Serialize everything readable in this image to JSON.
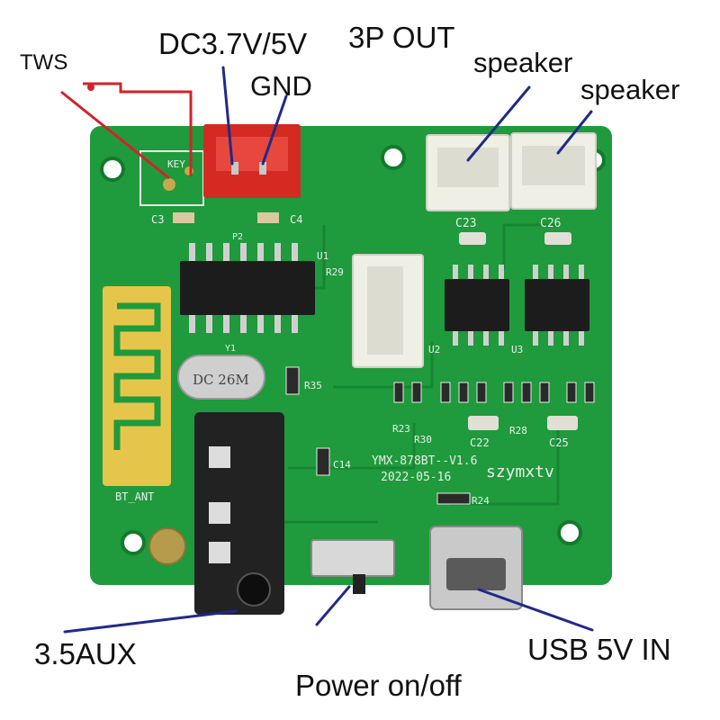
{
  "labels": {
    "tws": "TWS",
    "dc": "DC3.7V/5V",
    "gnd": "GND",
    "out": "3P OUT",
    "speaker_left": "speaker",
    "speaker_right": "speaker",
    "aux": "3.5AUX",
    "usb": "USB 5V  IN",
    "power": "Power on/off"
  },
  "silkscreen": {
    "key": "KEY",
    "c3": "C3",
    "c4": "C4",
    "c23": "C23",
    "c26": "C26",
    "c22": "C22",
    "c25": "C25",
    "c14": "C14",
    "r24": "R24",
    "r28": "R28",
    "r23": "R23",
    "r30": "R30",
    "r35": "R35",
    "r29": "R29",
    "u1": "U1",
    "u2": "U2",
    "u3": "U3",
    "y1": "Y1",
    "bt_ant": "BT_ANT",
    "crystal": "DC 26M",
    "version": "YMX-878BT--V1.6",
    "date": "2022-05-16",
    "brand": "szymxtv",
    "p2": "P2"
  },
  "colors": {
    "pcb": "#1f9a3c",
    "pcb_dark": "#137a2c",
    "connector_red": "#d42a22",
    "connector_white": "#efefe6",
    "antenna": "#e6c64a",
    "chip": "#1c1c1c",
    "pointer_line": "#1f2a88",
    "tws_line": "#d2232a",
    "jack": "#222222",
    "usb_metal": "#c9c9c9"
  }
}
